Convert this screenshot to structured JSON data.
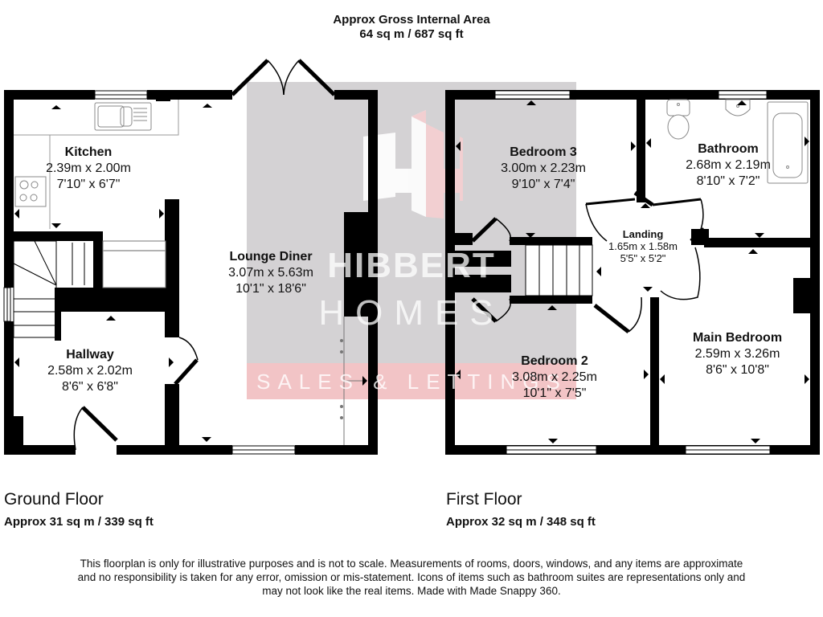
{
  "header": {
    "title": "Approx Gross Internal Area",
    "total_area": "64 sq m / 687 sq ft"
  },
  "watermark": {
    "brand": "HIBBERT",
    "sub": "HOMES",
    "tagline": "SALES & LETTINGS",
    "colors": {
      "panel": "#d4d2d4",
      "accent": "#f2b8bb"
    }
  },
  "ground_floor": {
    "title": "Ground Floor",
    "area": "Approx 31 sq m / 339 sq ft",
    "rooms": [
      {
        "name": "Kitchen",
        "metric": "2.39m x 2.00m",
        "imperial": "7'10\" x 6'7\""
      },
      {
        "name": "Lounge Diner",
        "metric": "3.07m x 5.63m",
        "imperial": "10'1\" x 18'6\""
      },
      {
        "name": "Hallway",
        "metric": "2.58m x 2.02m",
        "imperial": "8'6\" x 6'8\""
      }
    ]
  },
  "first_floor": {
    "title": "First Floor",
    "area": "Approx 32 sq m / 348 sq ft",
    "rooms": [
      {
        "name": "Bedroom 3",
        "metric": "3.00m x 2.23m",
        "imperial": "9'10\" x 7'4\""
      },
      {
        "name": "Bathroom",
        "metric": "2.68m x 2.19m",
        "imperial": "8'10\" x 7'2\""
      },
      {
        "name": "Landing",
        "metric": "1.65m x 1.58m",
        "imperial": "5'5\" x 5'2\""
      },
      {
        "name": "Bedroom 2",
        "metric": "3.08m x 2.25m",
        "imperial": "10'1\" x 7'5\""
      },
      {
        "name": "Main Bedroom",
        "metric": "2.59m x 3.26m",
        "imperial": "8'6\" x 10'8\""
      }
    ]
  },
  "disclaimer": {
    "line1": "This floorplan is only for illustrative purposes and is not to scale. Measurements of rooms, doors, windows, and any items are approximate",
    "line2": "and no responsibility is taken for any error, omission or mis-statement. Icons of items such as bathroom suites are representations only and",
    "line3": "may not look like the real items. Made with Made Snappy 360."
  }
}
